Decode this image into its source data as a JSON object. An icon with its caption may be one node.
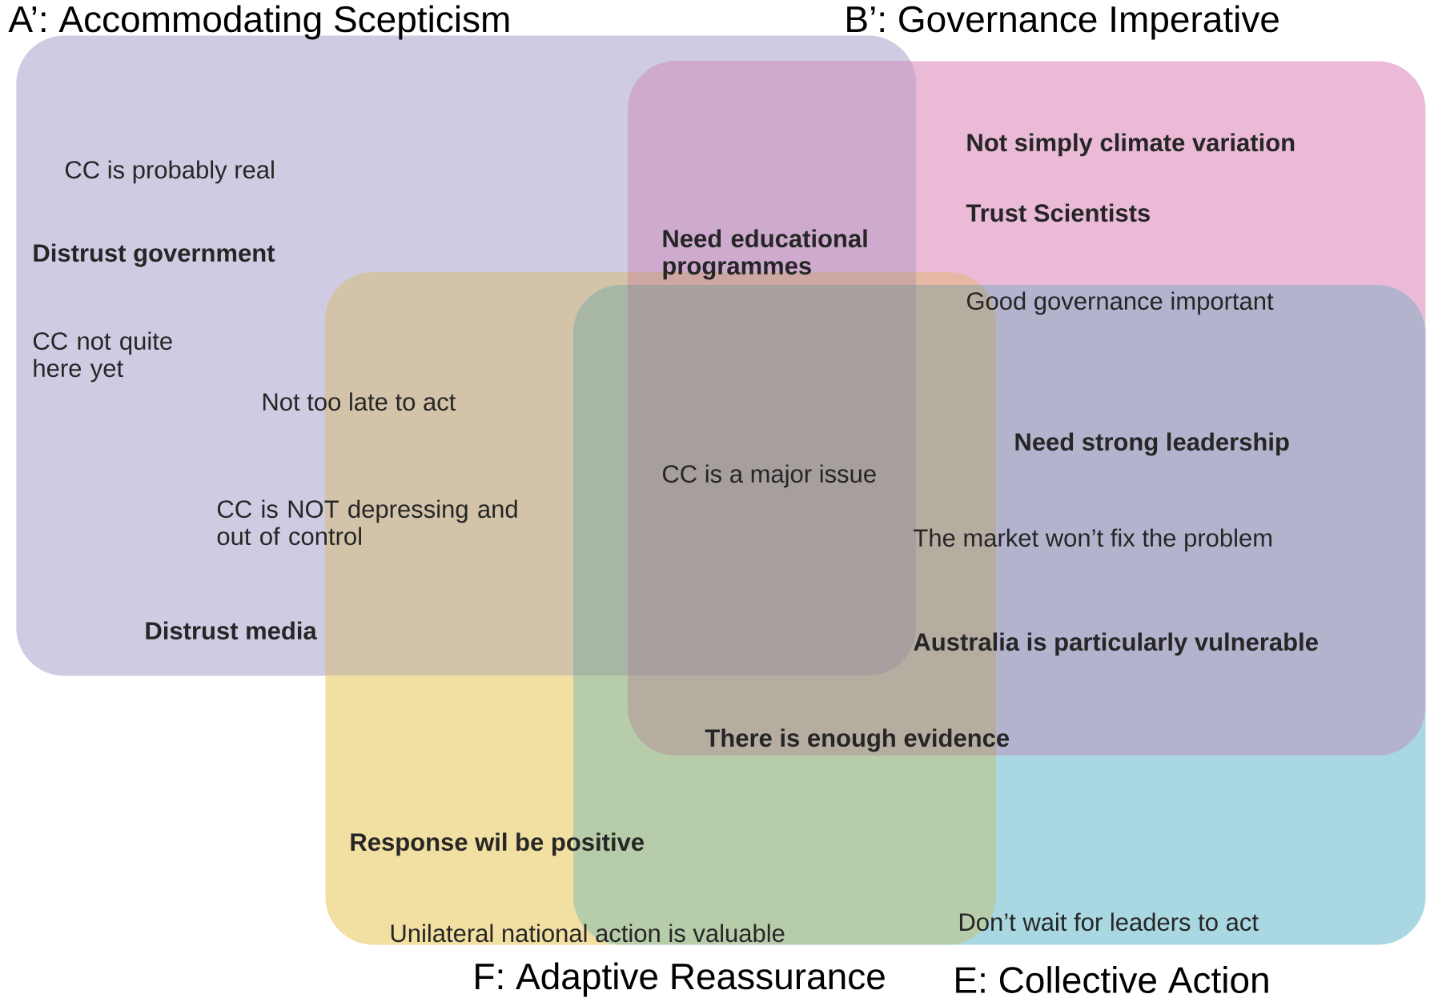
{
  "diagram": {
    "nodes": [
      {
        "text": [
          "A’: Accommodating Scepticism"
        ]
      },
      {
        "text": [
          "B’: Governance Imperative"
        ]
      },
      {
        "text": [
          "F: Adaptive Reassurance"
        ]
      },
      {
        "text": [
          "E: Collective Action"
        ]
      }
    ],
    "labels": [
      "CC is probably real",
      "Not simply climate variation",
      "Trust Scientists",
      "Distrust government",
      "Need educational programmes",
      "Good governance important",
      "CC not quite here yet",
      "Not too late to act",
      "Need strong leadership",
      "CC is a major issue",
      "CC is NOT depressing and out of control",
      "The market won’t fix the problem",
      "Distrust media",
      "Australia is particularly vulnerable",
      "There is enough evidence",
      "Response wil be positive",
      "Unilateral national action is valuable",
      "Don’t wait for leaders to act"
    ]
  }
}
